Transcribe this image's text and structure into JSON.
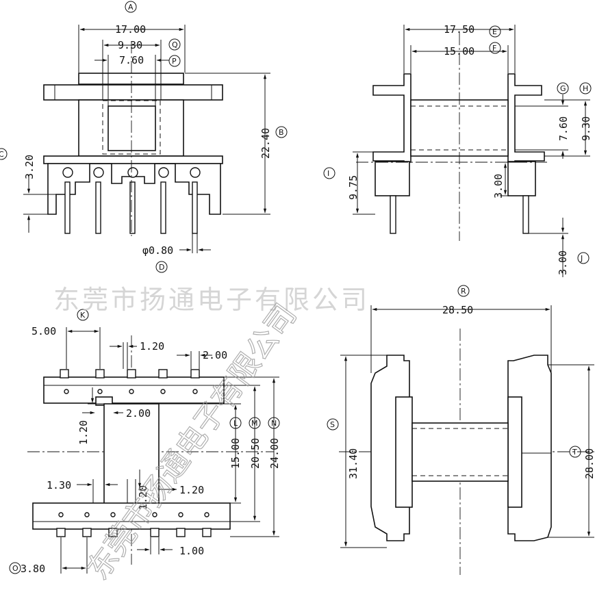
{
  "watermark": {
    "horizontal": "东莞市扬通电子有限公司",
    "diagonal": "东莞市扬通电子有限公司"
  },
  "callouts": {
    "A": "A",
    "B": "B",
    "C": "C",
    "D": "D",
    "E": "E",
    "F": "F",
    "G": "G",
    "H": "H",
    "I": "I",
    "J": "J",
    "K": "K",
    "L": "L",
    "M": "M",
    "N": "N",
    "O": "O",
    "P": "P",
    "Q": "Q",
    "R": "R",
    "S": "S",
    "T": "T"
  },
  "front_view": {
    "dim_A": "17.00",
    "dim_Q": "9.30",
    "dim_P": "7.60",
    "dim_B": "22.40",
    "dim_C": "3.20",
    "dim_D": "φ0.80"
  },
  "side_view": {
    "dim_E": "17.50",
    "dim_F": "15.00",
    "dim_G": "7.60",
    "dim_H": "9.30",
    "dim_I": "9.75",
    "dim_mid": "3.00",
    "dim_J": "3.00"
  },
  "bottom_view": {
    "dim_K": "5.00",
    "dim_pitch_top": "1.20",
    "dim_right_top": "2.00",
    "dim_slot": "2.00",
    "dim_left_gap": "1.20",
    "dim_L": "15.00",
    "dim_M": "20.50",
    "dim_N": "24.00",
    "dim_lower_left": "1.30",
    "dim_lower_mid": "1.20",
    "dim_lower_right": "1.20",
    "dim_lower_bottom": "1.00",
    "dim_O": "3.80"
  },
  "top_view": {
    "dim_R": "28.50",
    "dim_S": "31.40",
    "dim_T": "28.00"
  }
}
